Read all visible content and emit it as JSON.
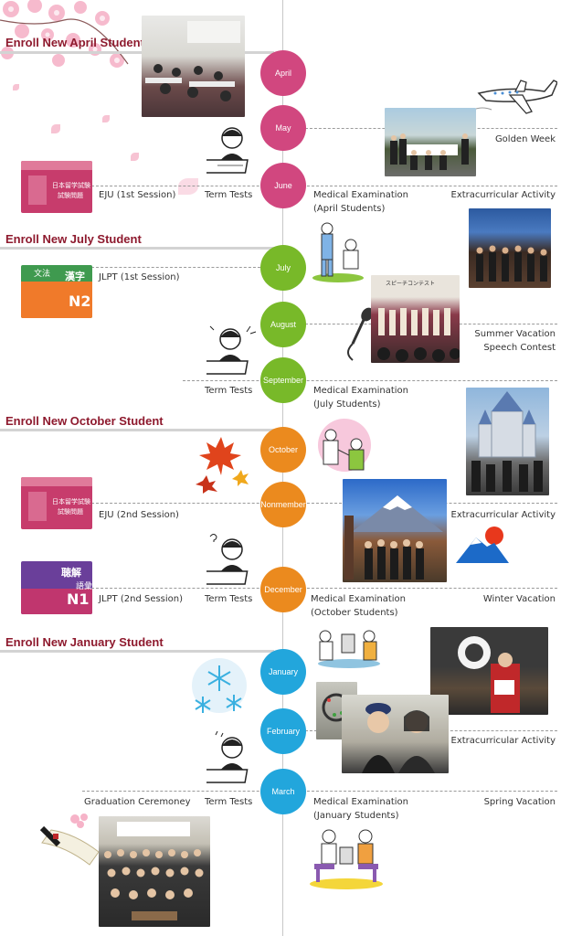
{
  "enrollments": [
    "Enroll New April Student",
    "Enroll New July Student",
    "Enroll New October Student",
    "Enroll New January Student"
  ],
  "months": [
    "April",
    "May",
    "June",
    "July",
    "August",
    "September",
    "October",
    "Nonmember",
    "December",
    "January",
    "February",
    "March"
  ],
  "labels": {
    "golden_week": "Golden Week",
    "eju_1": "EJU (1st Session)",
    "term_tests_1": "Term Tests",
    "medical_april_1": "Medical Examination",
    "medical_april_2": "(April Students)",
    "extracurricular_1": "Extracurricular Activity",
    "jlpt_1": "JLPT (1st Session)",
    "summer_vacation": "Summer Vacation",
    "speech_contest": "Speech Contest",
    "term_tests_2": "Term Tests",
    "medical_july_1": "Medical Examination",
    "medical_july_2": "(July Students)",
    "eju_2": "EJU (2nd Session)",
    "extracurricular_2": "Extracurricular Activity",
    "jlpt_2": "JLPT (2nd Session)",
    "term_tests_3": "Term Tests",
    "medical_oct_1": "Medical Examination",
    "medical_oct_2": "(October Students)",
    "winter_vacation": "Winter Vacation",
    "extracurricular_3": "Extracurricular Activity",
    "graduation": "Graduation Ceremoney",
    "term_tests_4": "Term Tests",
    "medical_jan_1": "Medical Examination",
    "medical_jan_2": "(January Students)",
    "spring_vacation": "Spring Vacation"
  },
  "book_texts": {
    "eju_title": "日本留学試験",
    "eju_sub": "試験問題",
    "n2_kanji": "漢字",
    "n2_bunpo": "文法",
    "n2_level": "N2",
    "n1_chokai": "聴解",
    "n1_goi": "語彙",
    "n1_level": "N1"
  },
  "photo_texts": {
    "speech_banner": "スピーチコンテスト"
  },
  "colors": {
    "spring": "#d1477f",
    "summer": "#78b929",
    "autumn": "#eb8a1e",
    "winter": "#22a6dc",
    "heading": "#8e1a2e"
  }
}
